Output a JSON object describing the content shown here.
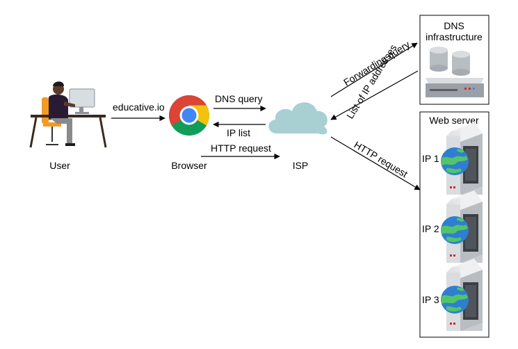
{
  "nodes": {
    "user": "User",
    "browser": "Browser",
    "isp": "ISP",
    "dns_title_line1": "DNS",
    "dns_title_line2": "infrastructure",
    "web_server_title": "Web server"
  },
  "edges": {
    "user_to_browser": "educative.io",
    "dns_query": "DNS query",
    "ip_list": "IP list",
    "http_request_browser": "HTTP request",
    "forwarding_query": "Forwarding query",
    "list_of_ip_addresses": "List of IP addresses",
    "http_request_isp": "HTTP request"
  },
  "servers": [
    "IP 1",
    "IP 2",
    "IP 3"
  ],
  "colors": {
    "cloud": "#a8d0d3",
    "server_body": "#d9dde0",
    "server_dark": "#3b3f44",
    "globe_ocean": "#2f7fd0",
    "globe_land": "#52c46a",
    "chrome_red": "#db4437",
    "chrome_yellow": "#f4c20d",
    "chrome_green": "#0f9d58",
    "chrome_blue": "#4285f4",
    "person_shirt": "#2a1b35",
    "chair": "#f29b24"
  },
  "icons": [
    "user-at-desk-icon",
    "chrome-browser-icon",
    "cloud-icon",
    "database-server-icon",
    "web-server-icon",
    "globe-icon"
  ]
}
